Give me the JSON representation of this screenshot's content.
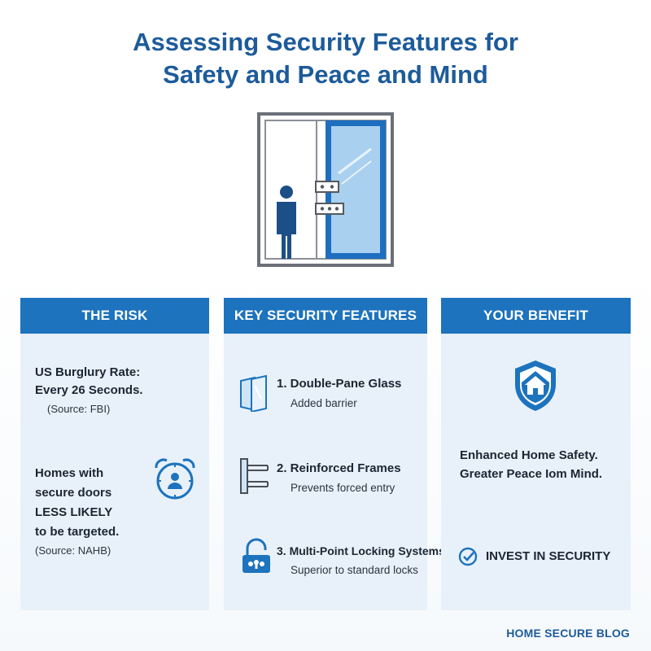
{
  "title": {
    "line1": "Assessing Security Features for",
    "line2": "Safety and Peace and Mind"
  },
  "colors": {
    "brand_blue": "#1d5b9a",
    "header_blue": "#1d73bd",
    "panel_bg": "#e8f1fa"
  },
  "risk": {
    "header": "THE RISK",
    "stat_line1": "US Burglury Rate:",
    "stat_line2": "Every 26 Seconds.",
    "stat_source": "(Source: FBI)",
    "fact_line1": "Homes with",
    "fact_line2": "secure doors",
    "fact_line3": "LESS LIKELY",
    "fact_line4": "to be targeted.",
    "fact_source": "(Source: NAHB)",
    "icon": "alarm-clock-person-icon"
  },
  "features": {
    "header": "KEY SECURITY FEATURES",
    "items": [
      {
        "title": "1. Double-Pane Glass",
        "desc": "Added barrier",
        "icon": "double-pane-icon"
      },
      {
        "title": "2. Reinforced Frames",
        "desc": "Prevents forced entry",
        "icon": "frame-icon"
      },
      {
        "title": "3. Multi-Point Locking Systems",
        "desc": "Superior to standard locks",
        "icon": "padlock-icon"
      }
    ]
  },
  "benefit": {
    "header": "YOUR BENEFIT",
    "line1": "Enhanced Home Safety.",
    "line2": "Greater Peace Iom Mind.",
    "cta": "INVEST IN SECURITY",
    "icon": "shield-home-icon",
    "cta_icon": "check-circle-icon"
  },
  "footer": {
    "brand": "HOME SECURE BLOG"
  }
}
